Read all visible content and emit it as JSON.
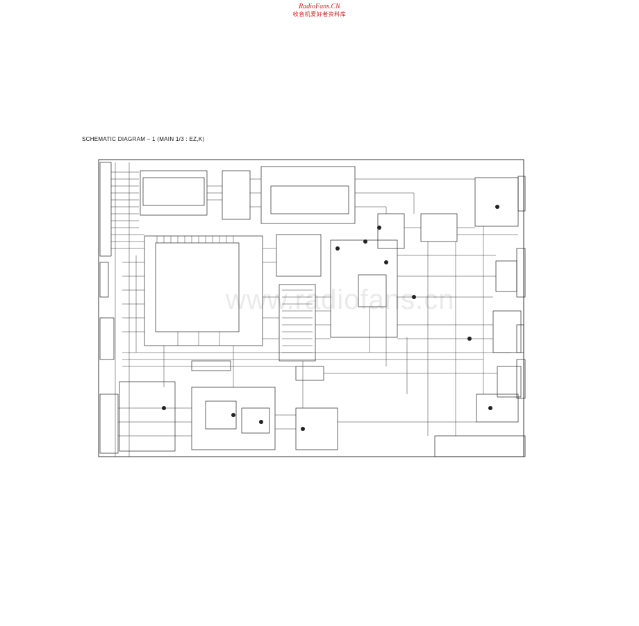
{
  "brand": {
    "name_en": "RadioFans.CN",
    "name_cn": "收音机爱好者资料库"
  },
  "diagram": {
    "title": "SCHEMATIC  DIAGRAM – 1 (MAIN 1/3 : EZ,K)"
  },
  "watermark": {
    "text": "www.radiofans.cn"
  }
}
